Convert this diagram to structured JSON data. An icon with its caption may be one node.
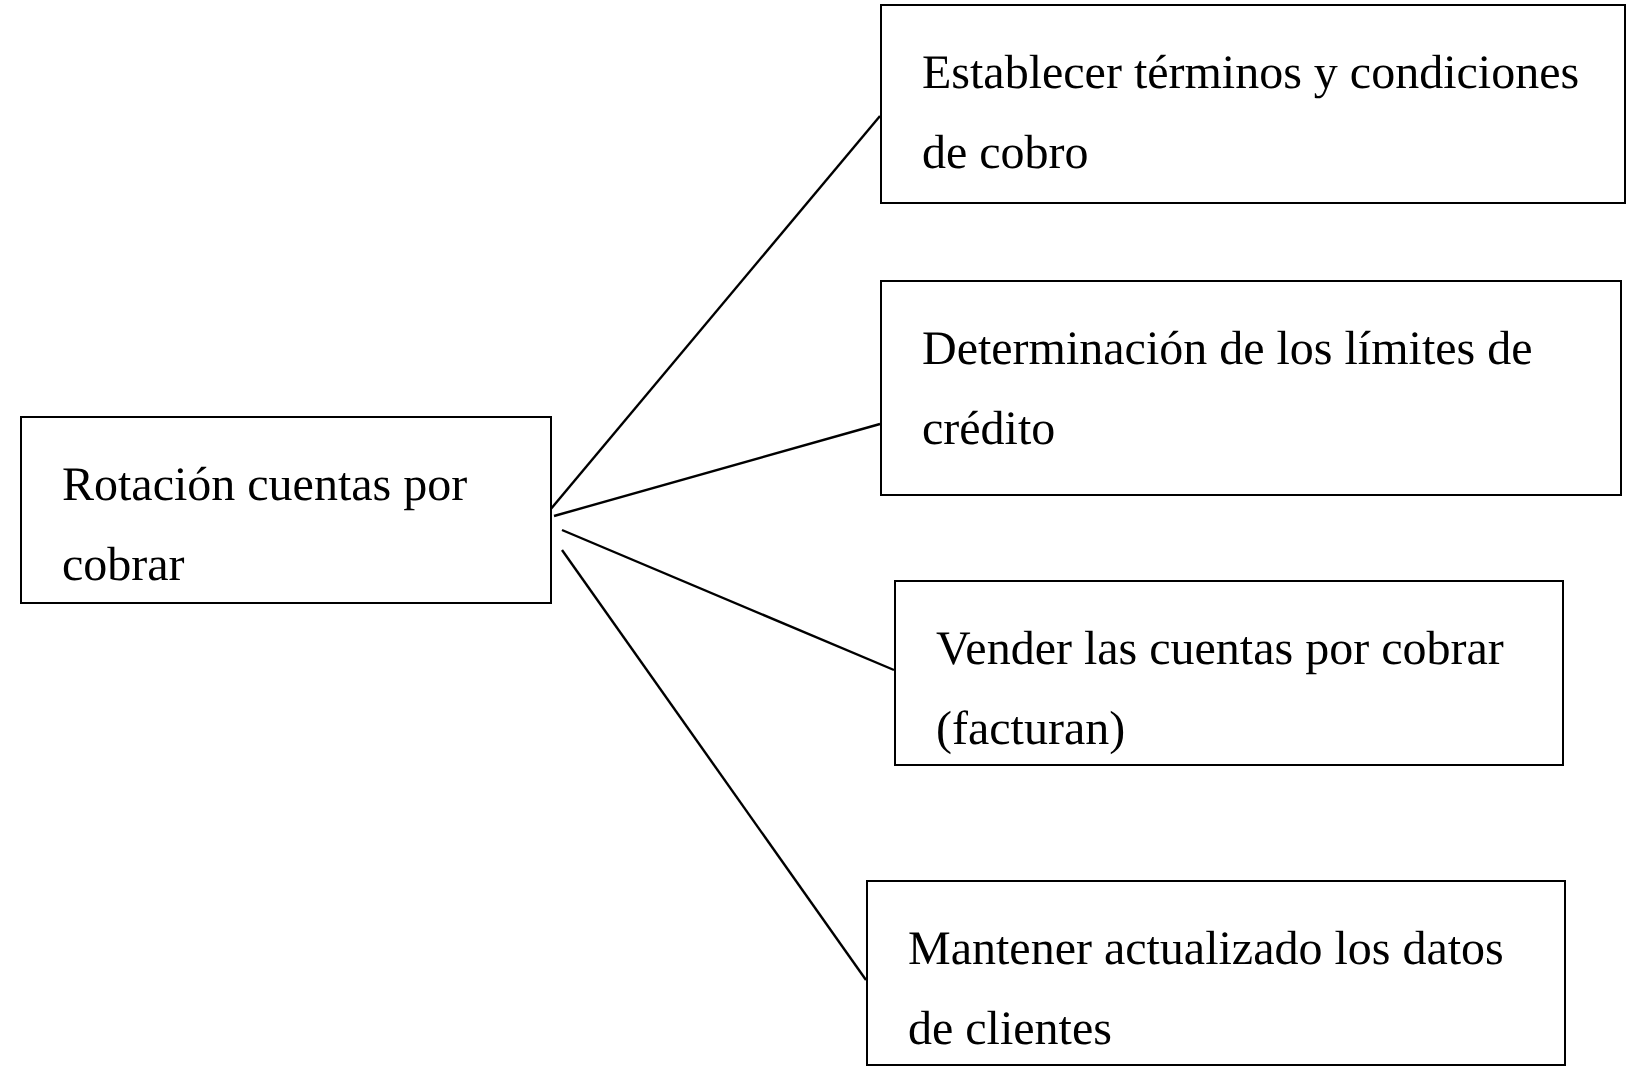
{
  "diagram": {
    "nodes": [
      {
        "text": [
          "Rotación cuentas por cobrar"
        ]
      },
      {
        "text": [
          "Establecer términos y condiciones de cobro"
        ]
      },
      {
        "text": [
          "Determinación de los límites de crédito"
        ]
      },
      {
        "text": [
          "Vender las cuentas por cobrar (facturan)"
        ]
      },
      {
        "text": [
          "Mantener actualizado los datos de clientes"
        ]
      }
    ],
    "edges": [
      {
        "from": 0,
        "to": 1,
        "arrow": "none"
      },
      {
        "from": 0,
        "to": 2,
        "arrow": "none"
      },
      {
        "from": 0,
        "to": 3,
        "arrow": "none"
      },
      {
        "from": 0,
        "to": 4,
        "arrow": "none"
      }
    ]
  }
}
